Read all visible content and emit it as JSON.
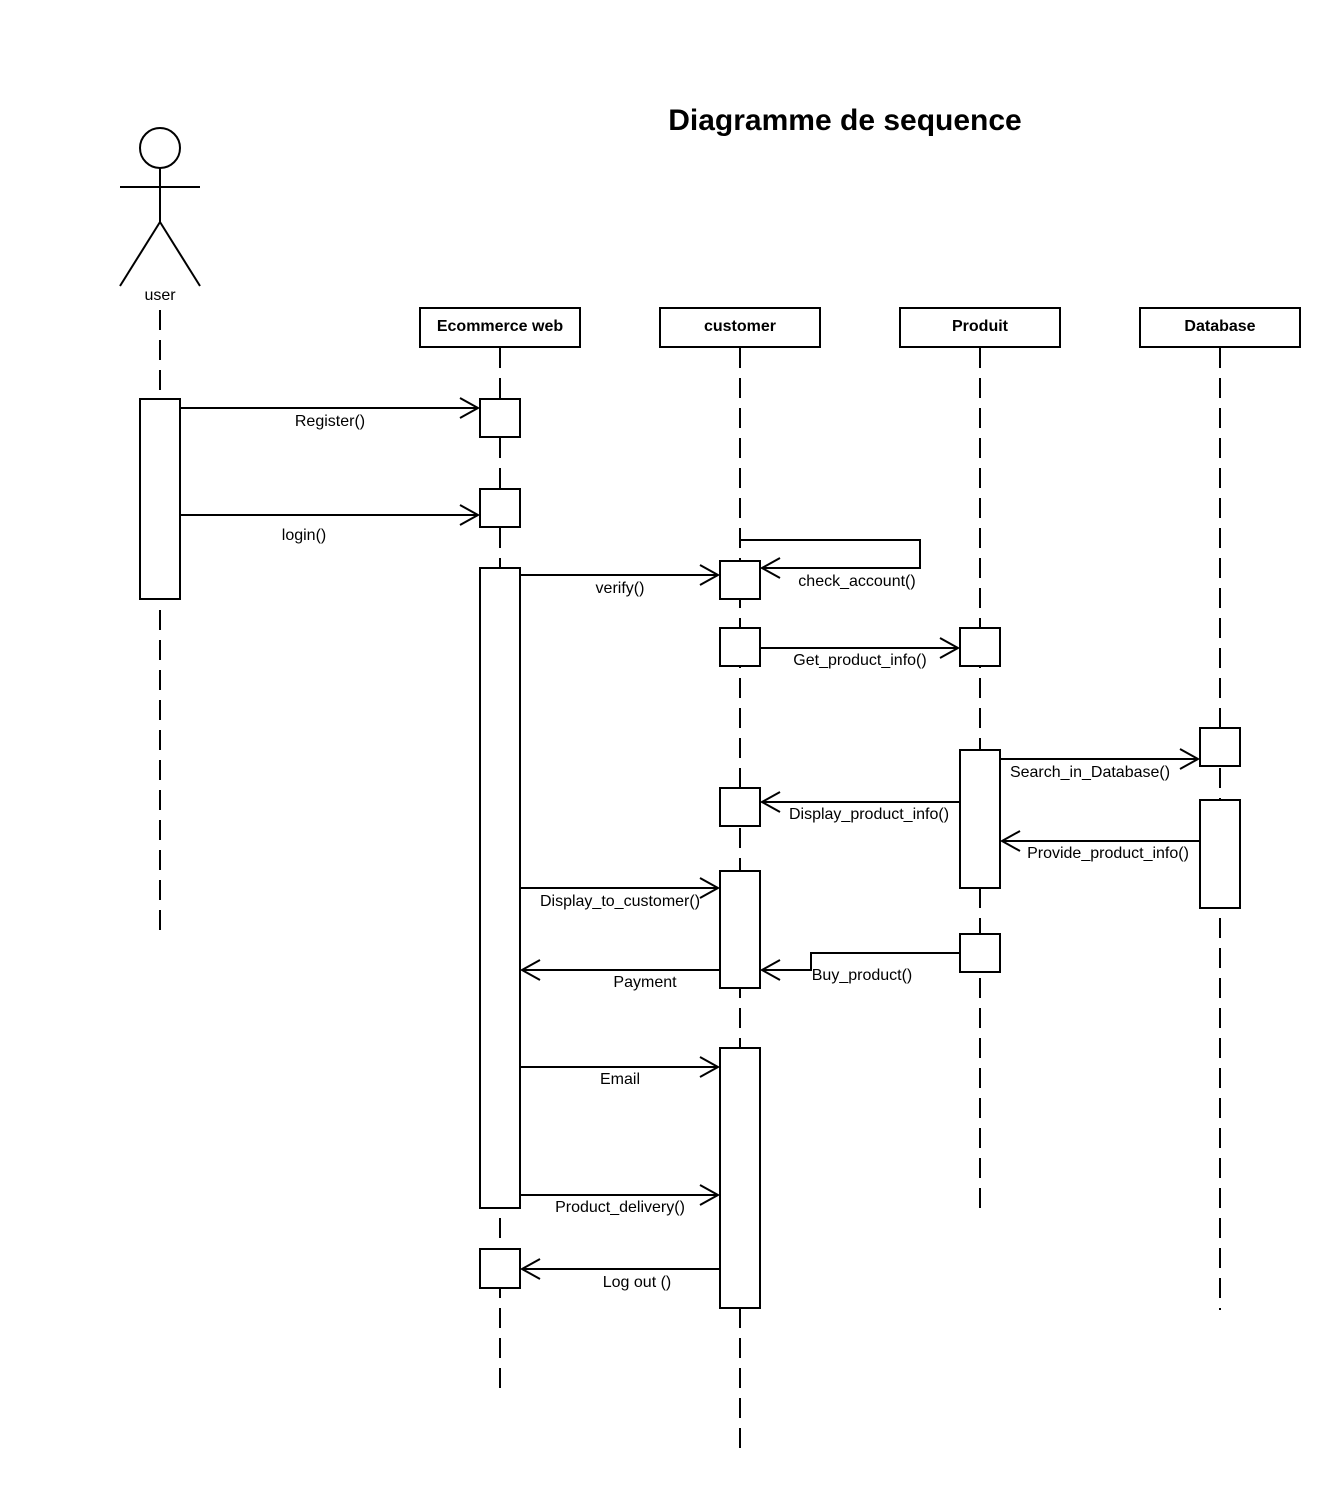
{
  "title": "Diagramme de sequence",
  "actor": {
    "label": "user"
  },
  "participants": [
    {
      "id": "web",
      "label": "Ecommerce web"
    },
    {
      "id": "customer",
      "label": "customer"
    },
    {
      "id": "produit",
      "label": "Produit"
    },
    {
      "id": "database",
      "label": "Database"
    }
  ],
  "messages": [
    {
      "id": "register",
      "label": "Register()",
      "from": "user",
      "to": "web"
    },
    {
      "id": "login",
      "label": "login()",
      "from": "user",
      "to": "web"
    },
    {
      "id": "verify",
      "label": "verify()",
      "from": "web",
      "to": "customer"
    },
    {
      "id": "check_account",
      "label": "check_account()",
      "from": "customer",
      "to": "customer"
    },
    {
      "id": "get_product_info",
      "label": "Get_product_info()",
      "from": "customer",
      "to": "produit"
    },
    {
      "id": "search_in_database",
      "label": "Search_in_Database()",
      "from": "produit",
      "to": "database"
    },
    {
      "id": "display_product_info",
      "label": "Display_product_info()",
      "from": "produit",
      "to": "customer"
    },
    {
      "id": "provide_product_info",
      "label": "Provide_product_info()",
      "from": "database",
      "to": "produit"
    },
    {
      "id": "display_to_customer",
      "label": "Display_to_customer()",
      "from": "web",
      "to": "customer"
    },
    {
      "id": "payment",
      "label": "Payment",
      "from": "customer",
      "to": "web"
    },
    {
      "id": "buy_product",
      "label": "Buy_product()",
      "from": "produit",
      "to": "customer"
    },
    {
      "id": "email",
      "label": "Email",
      "from": "web",
      "to": "customer"
    },
    {
      "id": "product_delivery",
      "label": "Product_delivery()",
      "from": "web",
      "to": "customer"
    },
    {
      "id": "log_out",
      "label": "Log out ()",
      "from": "customer",
      "to": "web"
    }
  ]
}
